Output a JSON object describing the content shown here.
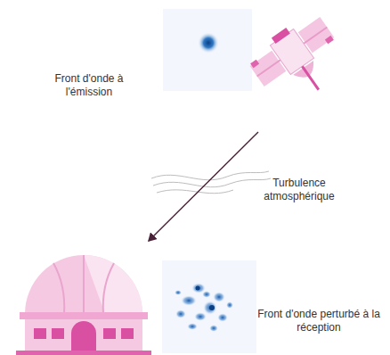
{
  "diagram": {
    "labels": [
      "Front d'onde à l'émission",
      "Turbulence atmosphérique",
      "Front d'onde perturbé à la réception"
    ]
  }
}
